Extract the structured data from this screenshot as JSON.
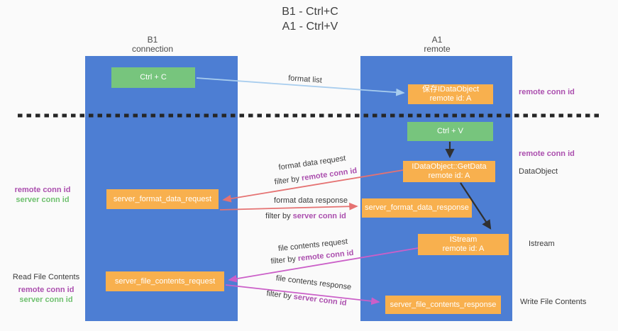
{
  "title": {
    "line1": "B1 - Ctrl+C",
    "line2": "A1 - Ctrl+V"
  },
  "lanes": {
    "left": {
      "name": "B1",
      "role": "connection"
    },
    "right": {
      "name": "A1",
      "role": "remote"
    }
  },
  "boxes": {
    "ctrl_c": {
      "label": "Ctrl + C"
    },
    "ctrl_v": {
      "label": "Ctrl + V"
    },
    "save_dataobject": {
      "line1": "保存IDataObject",
      "line2": "remote id: A"
    },
    "getdata": {
      "line1": "IDataObject::GetData",
      "line2": "remote id: A"
    },
    "istream": {
      "line1": "IStream",
      "line2": "remote id: A"
    },
    "format_request": {
      "label": "server_format_data_request"
    },
    "format_response": {
      "label": "server_format_data_response"
    },
    "file_request": {
      "label": "server_file_contents_request"
    },
    "file_response": {
      "label": "server_file_contents_response"
    }
  },
  "edge_labels": {
    "format_list": "format list",
    "format_request": {
      "line1": "format data request",
      "filter_prefix": "filter by ",
      "filter_key": "remote conn id"
    },
    "format_response": {
      "line1": "format data response",
      "filter_prefix": "filter by ",
      "filter_key": "server conn id"
    },
    "file_request": {
      "line1": "file contents request",
      "filter_prefix": "filter by ",
      "filter_key": "remote conn id"
    },
    "file_response": {
      "line1": "file contents response",
      "filter_prefix": "filter by ",
      "filter_key": "server conn id"
    }
  },
  "side_labels": {
    "left_mid": {
      "remote": "remote conn id",
      "server": "server conn id"
    },
    "left_bottom": {
      "title": "Read File Contents",
      "remote": "remote conn id",
      "server": "server conn id"
    },
    "right_top": "remote conn id",
    "right_ctrl_v": "remote conn id",
    "right_dataobject": "DataObject",
    "right_istream": "Istream",
    "right_write": "Write File Contents"
  },
  "colors": {
    "lane_blue": "#4d7ed3",
    "box_orange": "#f8b04e",
    "box_green": "#77c57d",
    "arrow_light_blue": "#a8cdee",
    "arrow_red": "#e57272",
    "arrow_magenta": "#cb5fc8",
    "arrow_black": "#303030",
    "text_purple": "#ab4fae",
    "text_green": "#6fc06f",
    "divider_dark": "#262626"
  }
}
